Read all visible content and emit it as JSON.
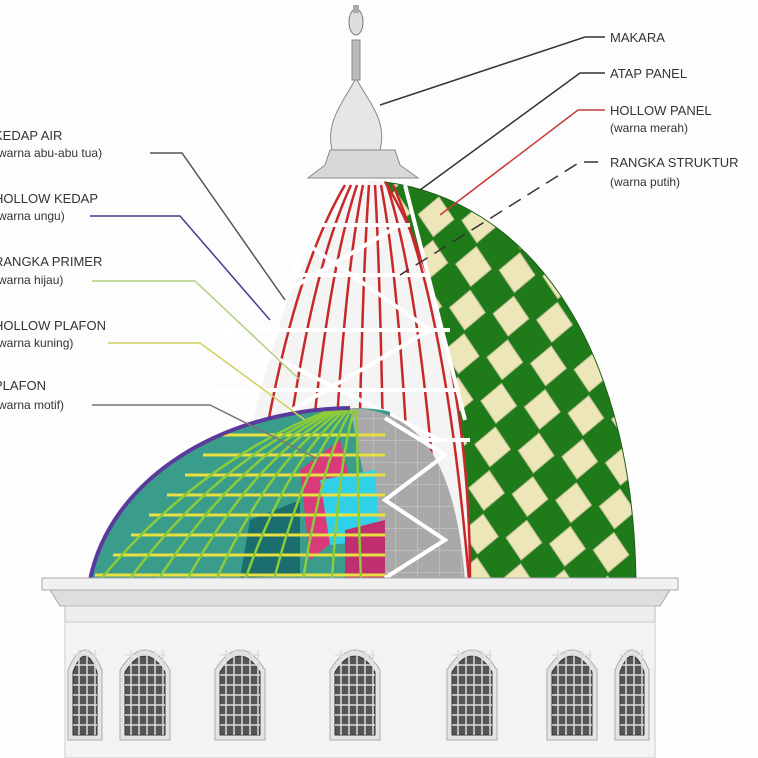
{
  "labels_left": [
    {
      "title": "KEDAP AIR",
      "note": "(warna abu-abu tua)"
    },
    {
      "title": "HOLLOW KEDAP",
      "note": "(warna ungu)"
    },
    {
      "title": "RANGKA PRIMER",
      "note": "(warna hijau)"
    },
    {
      "title": "HOLLOW PLAFON",
      "note": "(warna kuning)"
    },
    {
      "title": "PLAFON",
      "note": "(warna motif)"
    }
  ],
  "labels_right": [
    {
      "title": "MAKARA",
      "note": ""
    },
    {
      "title": "ATAP PANEL",
      "note": ""
    },
    {
      "title": "HOLLOW PANEL",
      "note": "(warna merah)"
    },
    {
      "title": "RANGKA STRUKTUR",
      "note": "(warna putih)"
    }
  ],
  "colors": {
    "panel_green": "#1f7a1a",
    "panel_beige": "#ece6b8",
    "hollow_red": "#c8282a",
    "hollow_purple": "#5a3a9a",
    "primary_green": "#8ccc3a",
    "plafon_yellow": "#e8e040",
    "waterproof_gray": "#8a8a8a"
  }
}
